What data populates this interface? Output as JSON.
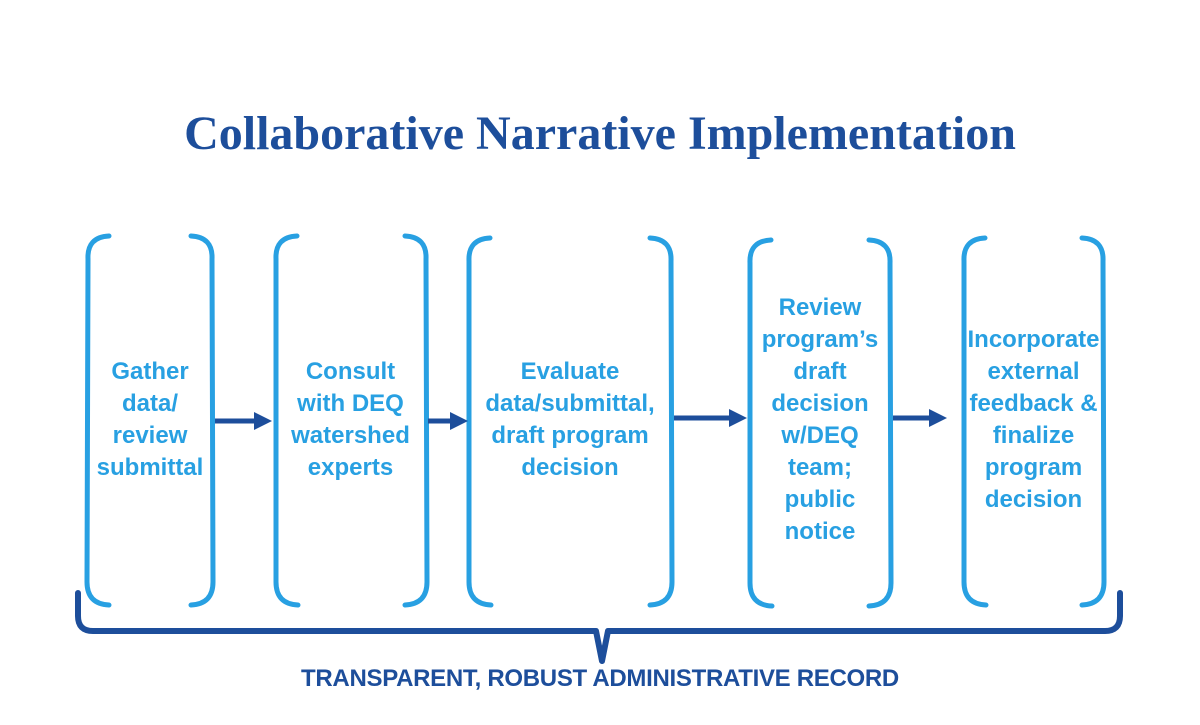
{
  "title": "Collaborative Narrative Implementation",
  "stages": [
    {
      "label": "Gather\ndata/\nreview\nsubmittal"
    },
    {
      "label": "Consult\nwith DEQ\nwatershed\nexperts"
    },
    {
      "label": "Evaluate\ndata/submittal,\ndraft program\ndecision"
    },
    {
      "label": "Review\nprogram’s\ndraft\ndecision\nw/DEQ\nteam;\npublic\nnotice"
    },
    {
      "label": "Incorporate\nexternal\nfeedback &\nfinalize\nprogram\ndecision"
    }
  ],
  "caption": "TRANSPARENT, ROBUST ADMINISTRATIVE RECORD",
  "colors": {
    "navy": "#1d4e9b",
    "light_blue": "#28a0e2"
  }
}
